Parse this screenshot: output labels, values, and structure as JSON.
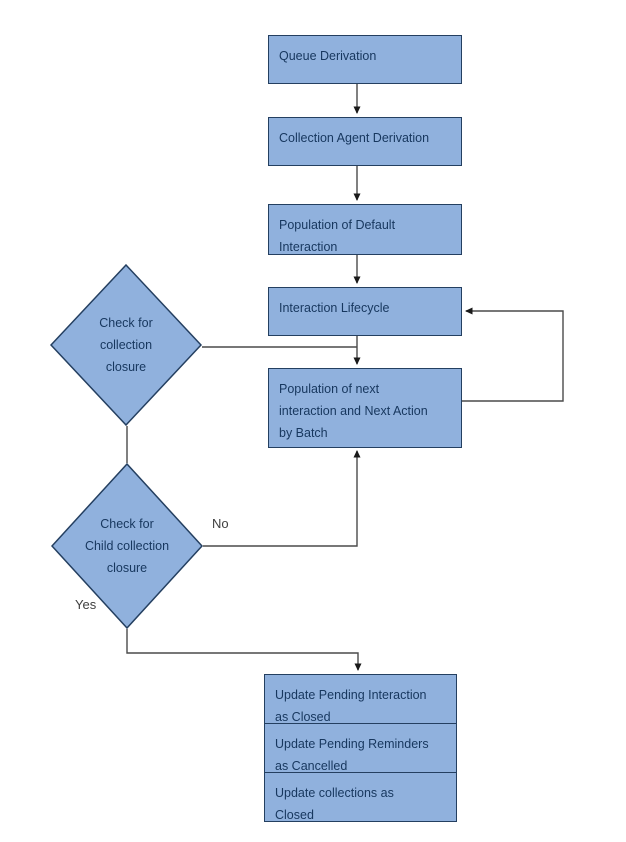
{
  "nodes": {
    "queue_derivation": "Queue Derivation",
    "collection_agent_derivation": "Collection Agent Derivation",
    "population_default_interaction": "Population of Default\nInteraction",
    "interaction_lifecycle": "Interaction Lifecycle",
    "population_next_interaction": "Population of next\ninteraction and Next Action\nby Batch",
    "check_collection_closure": "Check for\ncollection\nclosure",
    "check_child_collection_closure": "Check for\nChild collection\nclosure",
    "update_pending_interaction": "Update Pending Interaction\nas Closed",
    "update_pending_reminders": "Update Pending Reminders\nas Cancelled",
    "update_collections": "Update collections as\nClosed"
  },
  "edge_labels": {
    "no": "No",
    "yes": "Yes"
  },
  "colors": {
    "node_fill": "#90B1DD",
    "node_border": "#243F60",
    "node_text": "#17375E",
    "connector": "#4A4A4A",
    "label_text": "#404040"
  }
}
